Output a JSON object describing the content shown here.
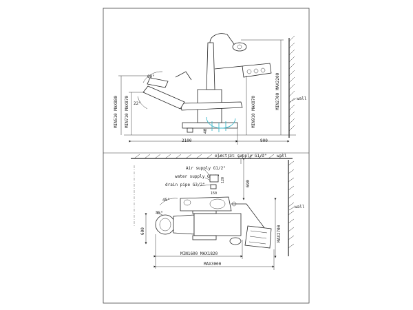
{
  "elevation": {
    "dims": {
      "width_left": "2100",
      "width_right": "900",
      "lamp_height": "MIN2700 MAX2200",
      "headrest_height": "MIN910 MAX870",
      "seat_low": "MIN710 MAX870",
      "seat_high": "MIN510 MAX880",
      "base_height": "40",
      "angle_top": "60°",
      "angle_back": "22°"
    },
    "wall_label": "wall"
  },
  "plan": {
    "supply_labels": {
      "electric": "electric supply G1/2\"",
      "air": "Air supply G1/2\"",
      "water": "water supply G1/2\"",
      "drain": "drain pipe G3/2\""
    },
    "dims": {
      "offset_690": "690",
      "depth_600": "600",
      "length_min_max": "MIN1600 MAX1820",
      "total_length": "MAX3000",
      "side_width": "MAX2700",
      "small_120": "120",
      "small_150": "150",
      "angle_top": "45°",
      "angle_bottom": "45°"
    },
    "wall_top_label": "wall",
    "wall_side_label": "wall"
  }
}
